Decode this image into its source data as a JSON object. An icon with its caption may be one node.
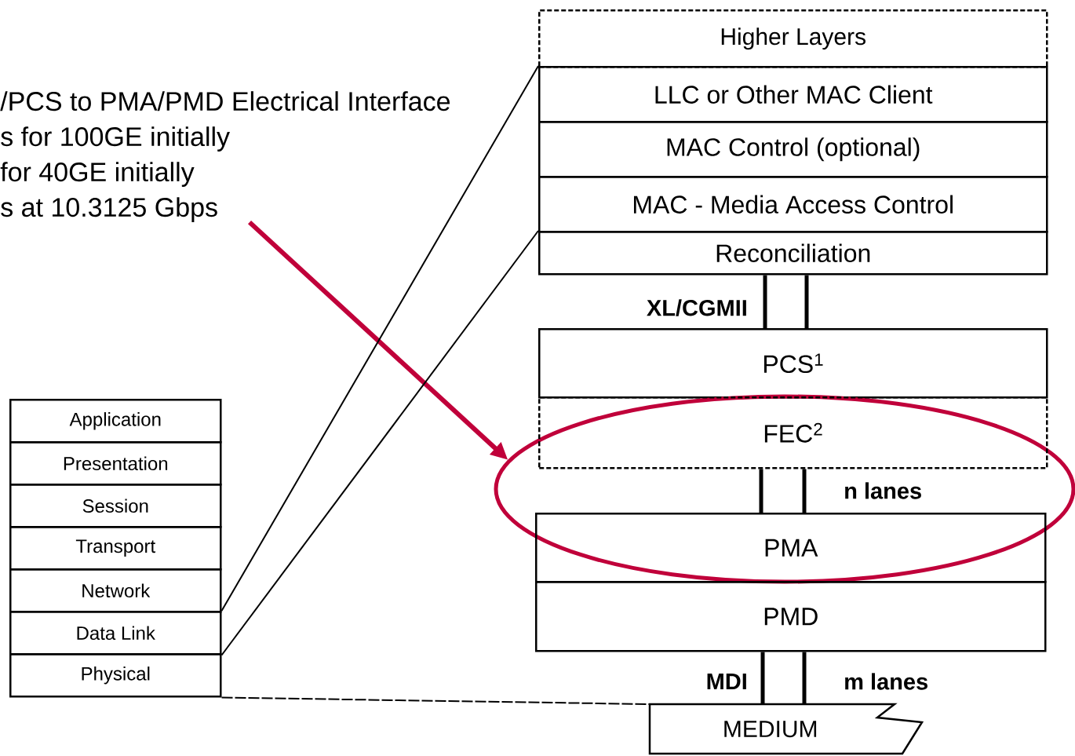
{
  "diagram": {
    "nodes": [
      {
        "text": [
          "/PCS to PMA/PMD Electrical Interface",
          "s for 100GE initially",
          "for 40GE initially",
          "s at 10.3125 Gbps"
        ]
      },
      {
        "text": [
          "Higher Layers"
        ]
      },
      {
        "text": [
          "LLC or Other MAC Client"
        ]
      },
      {
        "text": [
          "MAC Control (optional)"
        ]
      },
      {
        "text": [
          "MAC - Media Access Control"
        ]
      },
      {
        "text": [
          "Reconciliation"
        ]
      },
      {
        "text": [
          "PCS$^{1}$"
        ]
      },
      {
        "text": [],
        "shape": "ellipse"
      },
      {
        "text": [
          "FEC$^{2}$"
        ],
        "in": 7
      },
      {
        "text": [
          "PMA"
        ],
        "in": 7
      },
      {
        "text": [
          "PMD"
        ]
      },
      {
        "text": [
          "MEDIUM"
        ]
      },
      {
        "text": [
          "Application"
        ]
      },
      {
        "text": [
          "Presentation"
        ]
      },
      {
        "text": [
          "Session"
        ]
      },
      {
        "text": [
          "Transport"
        ]
      },
      {
        "text": [
          "Network"
        ]
      },
      {
        "text": [
          "Data Link"
        ]
      },
      {
        "text": [
          "Physical"
        ]
      }
    ],
    "edges": [
      {
        "from": 0,
        "to": 7,
        "arrow": "to",
        "color": "#c0003a"
      },
      {
        "from": 17,
        "to": 2,
        "arrow": "none"
      },
      {
        "from": 17,
        "to": 5,
        "arrow": "none"
      },
      {
        "from": 18,
        "to": 11,
        "arrow": "none",
        "style": "dashed"
      },
      {
        "from": 5,
        "to": 6,
        "arrow": "none",
        "label": "XL/CGMII"
      },
      {
        "from": 5,
        "to": 6,
        "arrow": "none"
      },
      {
        "from": 8,
        "to": 9,
        "arrow": "none"
      },
      {
        "from": 8,
        "to": 9,
        "arrow": "none",
        "label": "n lanes"
      },
      {
        "from": 10,
        "to": 11,
        "arrow": "none",
        "label": "MDI"
      },
      {
        "from": 10,
        "to": 11,
        "arrow": "none",
        "label": "m lanes"
      }
    ]
  }
}
